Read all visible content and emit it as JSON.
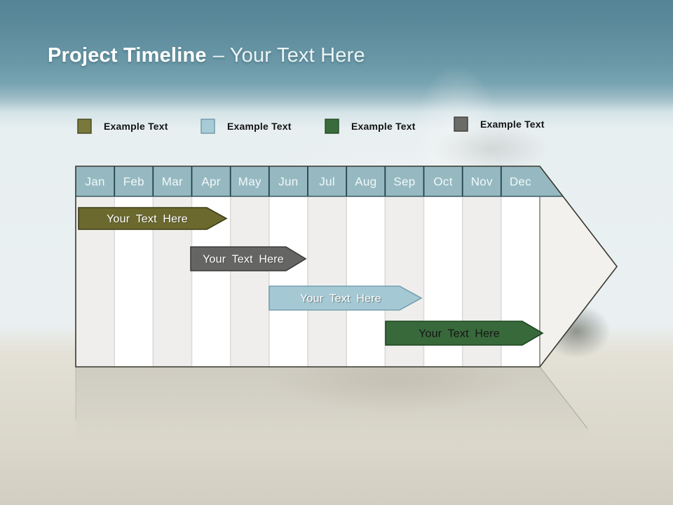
{
  "slide": {
    "title": "Project Timeline",
    "title_suffix": "– Your Text Here"
  },
  "legend": {
    "items": [
      {
        "label": "Example Text",
        "color": "#7a793c"
      },
      {
        "label": "Example Text",
        "color": "#a8ccd7"
      },
      {
        "label": "Example Text",
        "color": "#3a6b3c"
      },
      {
        "label": "Example Text",
        "color": "#6b6b68"
      }
    ]
  },
  "timeline": {
    "months": [
      "Jan",
      "Feb",
      "Mar",
      "Apr",
      "May",
      "Jun",
      "Jul",
      "Aug",
      "Sep",
      "Oct",
      "Nov",
      "Dec"
    ],
    "header_color": "#96b9c1",
    "bars": [
      {
        "label": "Your Text Here",
        "fill": "#6b692d",
        "text_color": "#ffffff",
        "span": "Jan–Apr"
      },
      {
        "label": "Your Text Here",
        "fill": "#656563",
        "text_color": "#ffffff",
        "span": "Apr–Jun"
      },
      {
        "label": "Your Text Here",
        "fill": "#a5c9d4",
        "text_color": "#ffffff",
        "span": "Jun–Sep"
      },
      {
        "label": "Your Text Here",
        "fill": "#38693b",
        "text_color": "#151515",
        "span": "Sep–Dec"
      }
    ]
  }
}
